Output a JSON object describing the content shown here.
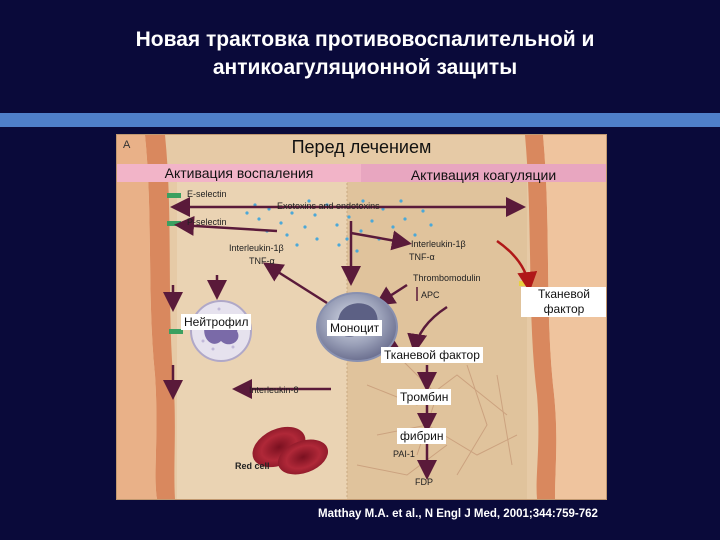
{
  "slide": {
    "title": "Новая трактовка противовоспалительной и антикоагуляционной защиты",
    "citation": "Matthay M.A. et al., N Engl J Med, 2001;344:759-762"
  },
  "figure": {
    "panel_letter": "A",
    "heading": "Перед лечением",
    "inflammation_label": "Активация воспаления",
    "coagulation_label": "Активация коагуляции",
    "labels": {
      "e_selectin": "E-selectin",
      "p_selectin": "P-selectin",
      "toxins": "Exotoxins and endotoxins",
      "il1_left": "Interleukin-1β",
      "tnf_left": "TNF-α",
      "il1_right": "Interleukin-1β",
      "tnf_right": "TNF-α",
      "thrombomodulin": "Thrombomodulin",
      "apc": "APC",
      "neutrophil": "Нейтрофил",
      "monocyte": "Моноцит",
      "tissue_factor_side": "Тканевой фактор",
      "tissue_factor_center": "Тканевой  фактор",
      "il8": "Interleukin-8",
      "thrombin": "Тромбин",
      "fibrin": "фибрин",
      "pai1": "PAI-1",
      "red_cell": "Red cell",
      "fdp": "FDP"
    }
  }
}
